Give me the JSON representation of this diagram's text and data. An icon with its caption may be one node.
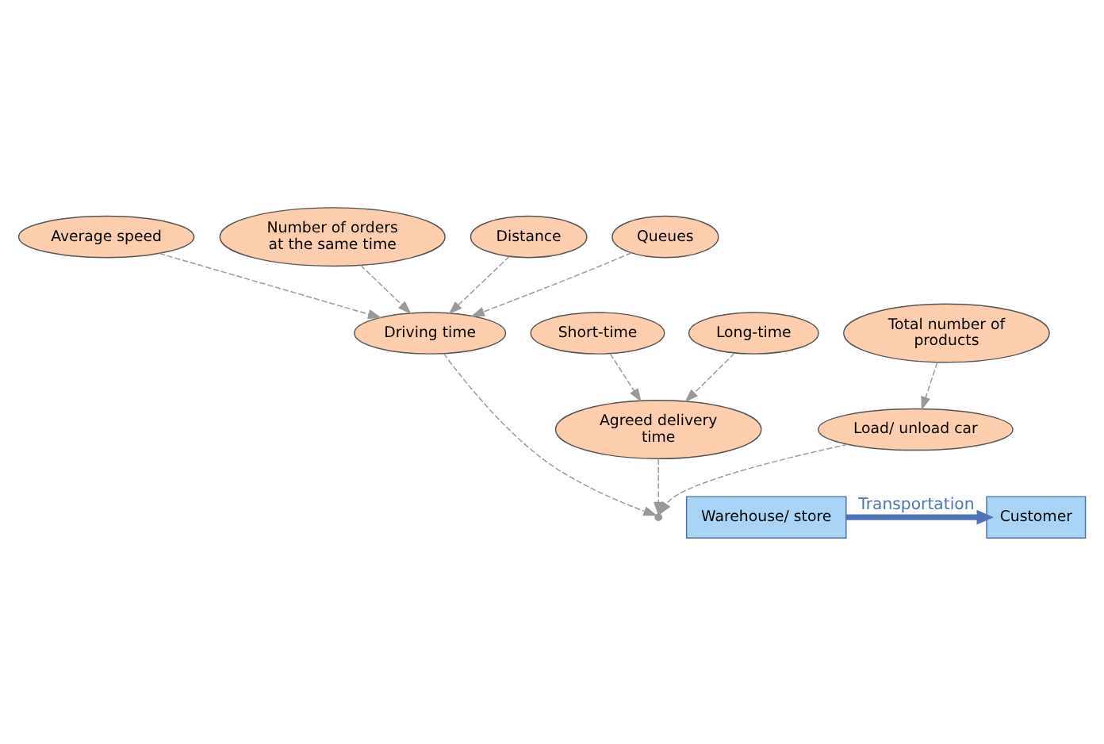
{
  "diagram": {
    "nodes": [
      {
        "text": [
          "Average speed"
        ]
      },
      {
        "text": [
          "Number of orders at the same time"
        ]
      },
      {
        "text": [
          "Distance"
        ]
      },
      {
        "text": [
          "Queues"
        ]
      },
      {
        "text": [
          "Short-time"
        ]
      },
      {
        "text": [
          "Driving time"
        ]
      },
      {
        "text": [
          "Total number of products"
        ]
      },
      {
        "text": [
          "Long-time"
        ]
      },
      {
        "text": [
          "Agreed delivery time"
        ]
      },
      {
        "text": [
          "Load/ unload car"
        ]
      },
      {
        "text": [
          "Warehouse/ store"
        ]
      },
      {
        "text": [
          "Customer"
        ]
      },
      {
        "text": [],
        "shape": "point"
      }
    ],
    "edges": [
      {
        "from": 0,
        "to": 5,
        "arrow": "to",
        "style": "dashed"
      },
      {
        "from": 1,
        "to": 5,
        "arrow": "to",
        "style": "dashed"
      },
      {
        "from": 2,
        "to": 5,
        "arrow": "to",
        "style": "dashed"
      },
      {
        "from": 3,
        "to": 5,
        "arrow": "to",
        "style": "dashed"
      },
      {
        "from": 4,
        "to": 8,
        "arrow": "to",
        "style": "dashed"
      },
      {
        "from": 7,
        "to": 8,
        "arrow": "to",
        "style": "dashed"
      },
      {
        "from": 6,
        "to": 9,
        "arrow": "to",
        "style": "dashed"
      },
      {
        "from": 8,
        "to": 12,
        "arrow": "to",
        "style": "dashed"
      },
      {
        "from": 5,
        "to": 12,
        "arrow": "to",
        "style": "dashed"
      },
      {
        "from": 9,
        "to": 12,
        "arrow": "to",
        "style": "dashed"
      },
      {
        "from": 10,
        "to": 11,
        "arrow": "to",
        "style": "thick",
        "color": "#4e73b8",
        "label": "Transportation"
      }
    ]
  }
}
